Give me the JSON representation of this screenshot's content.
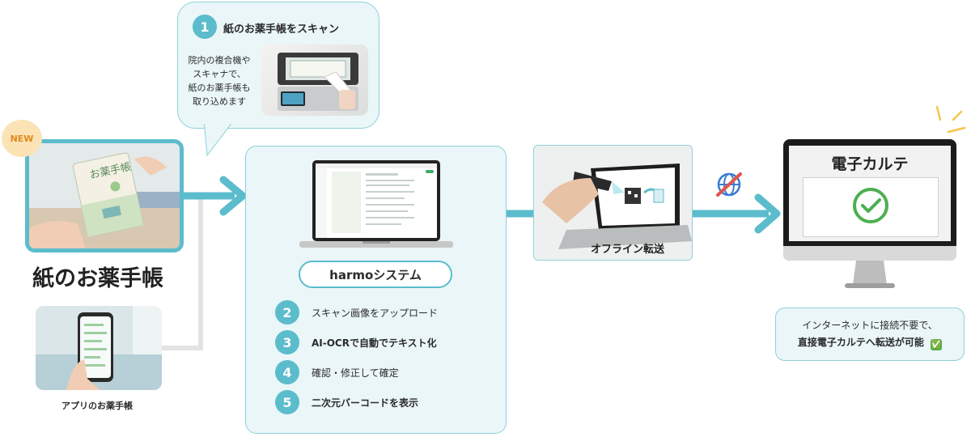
{
  "colors": {
    "accent": "#5bbccc",
    "panel_bg": "#eaf6f8",
    "badge_bg": "#fbe3b6",
    "badge_text": "#e38a1c"
  },
  "bubble": {
    "step_number": "1",
    "title": "紙のお薬手帳をスキャン",
    "description_lines": [
      "院内の複合機や",
      "スキャナで、",
      "紙のお薬手帳も",
      "取り込めます"
    ]
  },
  "left": {
    "new_badge": "NEW",
    "paper_booklet_text": "お薬手帳",
    "paper_title": "紙のお薬手帳",
    "app_label": "アプリのお薬手帳"
  },
  "harmo": {
    "system_name": "harmoシステム",
    "steps": [
      {
        "number": "2",
        "label": "スキャン画像をアップロード"
      },
      {
        "number": "3",
        "label": "AI-OCRで自動でテキスト化"
      },
      {
        "number": "4",
        "label": "確認・修正して確定"
      },
      {
        "number": "5",
        "label": "二次元バーコードを表示"
      }
    ]
  },
  "offline": {
    "label": "オフライン転送"
  },
  "icons": {
    "no_internet": "no-internet-icon",
    "check": "check-circle-icon",
    "checkmark_emoji": "✅"
  },
  "karte": {
    "title": "電子カルテ",
    "note_line1": "インターネットに接続不要で、",
    "note_line2": "直接電子カルテへ転送が可能",
    "note_emoji": "✅"
  }
}
